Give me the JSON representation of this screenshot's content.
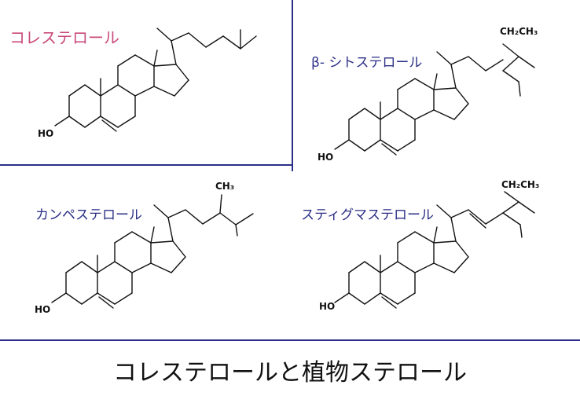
{
  "caption": "コレステロールと植物ステロール",
  "molecules": {
    "cholesterol": {
      "name": "コレステロール",
      "oh": "HO"
    },
    "sitosterol": {
      "name": "β- シトステロール",
      "oh": "HO",
      "sub": "CH₂CH₃"
    },
    "campesterol": {
      "name": "カンペステロール",
      "oh": "HO",
      "sub": "CH₃"
    },
    "stigmasterol": {
      "name": "スティグマステロール",
      "oh": "HO",
      "sub": "CH₂CH₃"
    }
  },
  "colors": {
    "frame": "#2b2f86",
    "cholesterol_name": "#c94a7a",
    "plant_name": "#2b2f86",
    "bonds": "#111111"
  }
}
